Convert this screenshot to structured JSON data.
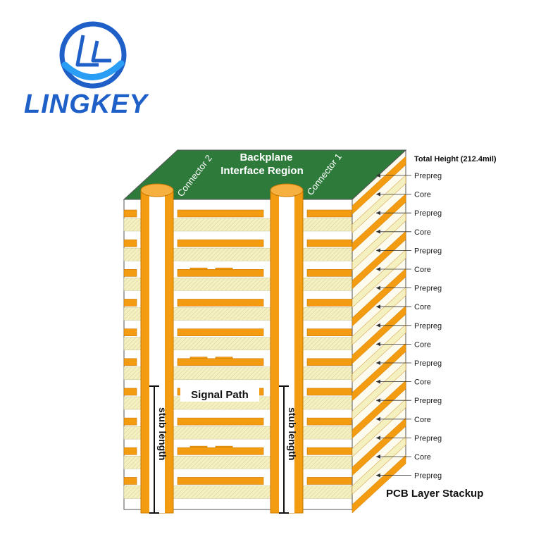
{
  "logo": {
    "text": "LINGKEY",
    "brand_color": "#1f5fc8",
    "accent_color": "#2a9df4"
  },
  "diagram": {
    "top_label_line1": "Backplane",
    "top_label_line2": "Interface Region",
    "connector_left": "Connector 2",
    "connector_right": "Connector 1",
    "signal_path": "Signal Path",
    "stub_left": "stub length",
    "stub_right": "stub length",
    "stack_title": "PCB Layer Stackup",
    "total_height": "Total Height (212.4mil)",
    "layers": [
      "Prepreg",
      "Core",
      "Prepreg",
      "Core",
      "Prepreg",
      "Core",
      "Prepreg",
      "Core",
      "Prepreg",
      "Core",
      "Prepreg",
      "Core",
      "Prepreg",
      "Core",
      "Prepreg",
      "Core",
      "Prepreg"
    ],
    "colors": {
      "board_top": "#2d7a3a",
      "copper": "#f39c12",
      "copper_dark": "#c97800",
      "dielectric": "#f4f0c0",
      "core_gap": "#ffffff",
      "outline": "#555555"
    }
  }
}
